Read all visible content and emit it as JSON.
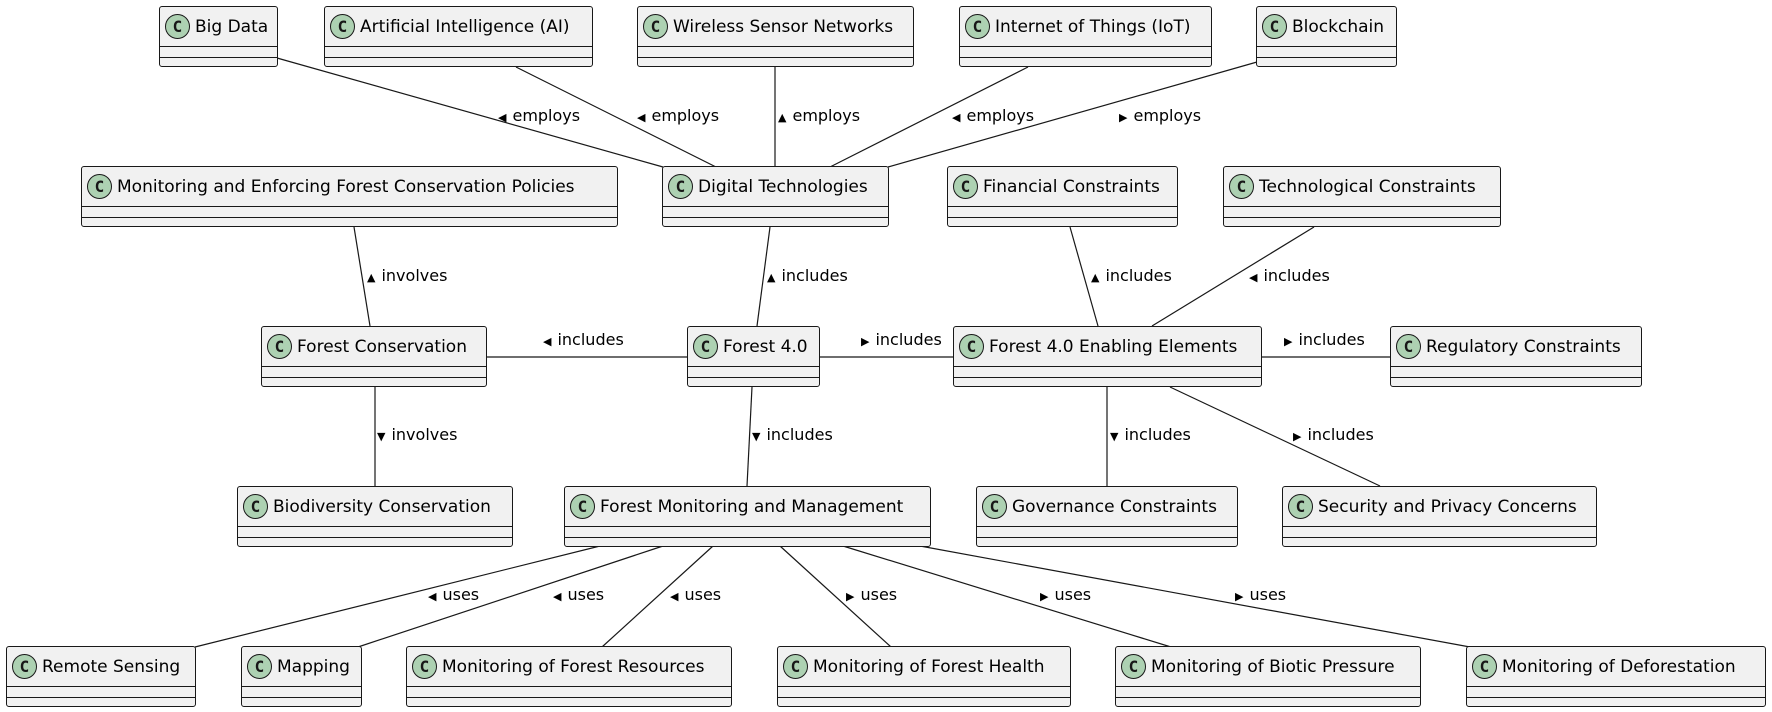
{
  "classes": {
    "big_data": "Big Data",
    "ai": "Artificial Intelligence (AI)",
    "wsn": "Wireless Sensor Networks",
    "iot": "Internet of Things (IoT)",
    "blockchain": "Blockchain",
    "monitoring_policies": "Monitoring and Enforcing Forest Conservation Policies",
    "digital_tech": "Digital Technologies",
    "financial": "Financial Constraints",
    "technological": "Technological Constraints",
    "forest_conservation": "Forest Conservation",
    "forest40": "Forest 4.0",
    "enabling": "Forest 4.0 Enabling Elements",
    "regulatory": "Regulatory Constraints",
    "biodiversity": "Biodiversity Conservation",
    "fmm": "Forest Monitoring and Management",
    "governance": "Governance Constraints",
    "security": "Security and Privacy Concerns",
    "remote_sensing": "Remote Sensing",
    "mapping": "Mapping",
    "mon_resources": "Monitoring of Forest Resources",
    "mon_health": "Monitoring of Forest Health",
    "mon_biotic": "Monitoring of Biotic Pressure",
    "mon_deforestation": "Monitoring of Deforestation"
  },
  "class_badge": "C",
  "relations": {
    "employs": "employs",
    "includes": "includes",
    "involves": "involves",
    "uses": "uses"
  },
  "arrow_glyphs": {
    "left": "◀",
    "right": "▶",
    "up": "▲",
    "down": "▼"
  }
}
